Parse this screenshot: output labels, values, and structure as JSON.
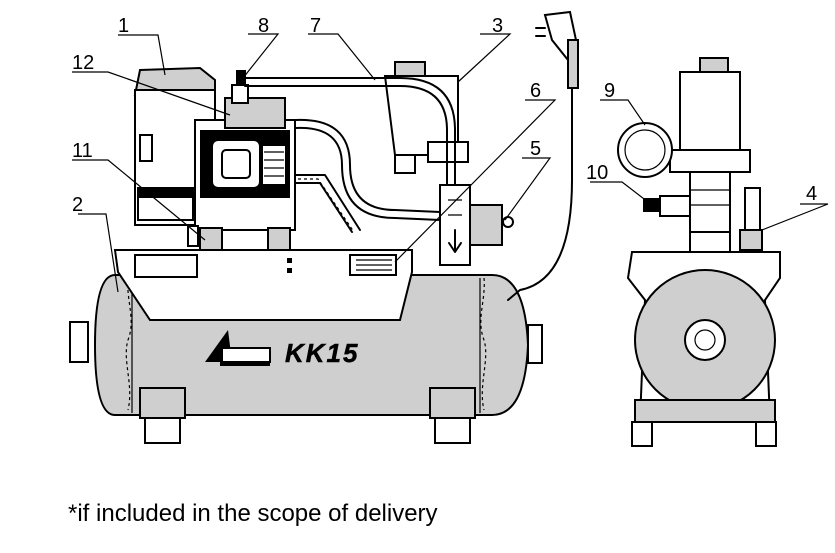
{
  "callouts": [
    "1",
    "2",
    "3",
    "4",
    "5",
    "6",
    "7",
    "8",
    "9",
    "10",
    "11",
    "12"
  ],
  "brand_mark": "KK15",
  "footnote": "*if included in the scope of delivery"
}
